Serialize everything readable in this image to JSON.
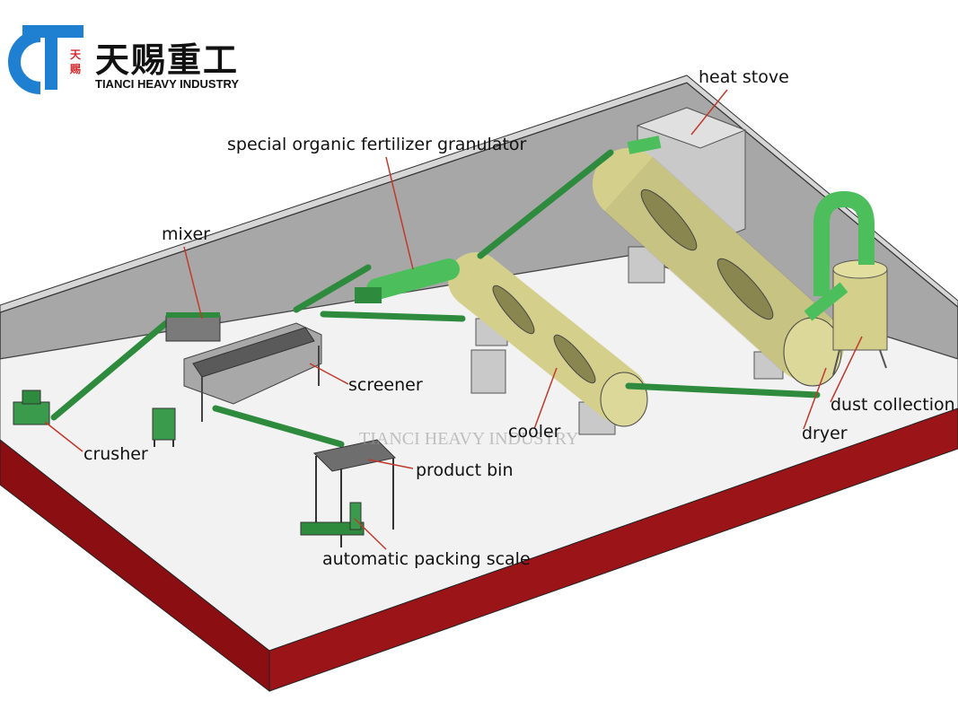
{
  "logo": {
    "icon_char_1": "天",
    "icon_char_2": "赐",
    "name_cn": "天赐重工",
    "name_en": "TIANCI HEAVY INDUSTRY"
  },
  "watermark": "TIANCI HEAVY INDUSTRY",
  "labels": {
    "heat_stove": "heat stove",
    "granulator": "special organic fertilizer granulator",
    "mixer": "mixer",
    "screener": "screener",
    "crusher": "crusher",
    "cooler": "cooler",
    "product_bin": "product bin",
    "dust_collection": "dust collection",
    "dryer": "dryer",
    "packing_scale": "automatic packing scale"
  },
  "colors": {
    "brand_blue": "#1f7fd0",
    "brand_red": "#d8262a",
    "floor": "#f2f2f2",
    "floor_edge": "#8b0f12",
    "wall": "#a6a6a6",
    "drum": "#d4d08c",
    "conveyor": "#2e8b3e",
    "pipe": "#5cc06a",
    "stove": "#c8c8c8"
  }
}
